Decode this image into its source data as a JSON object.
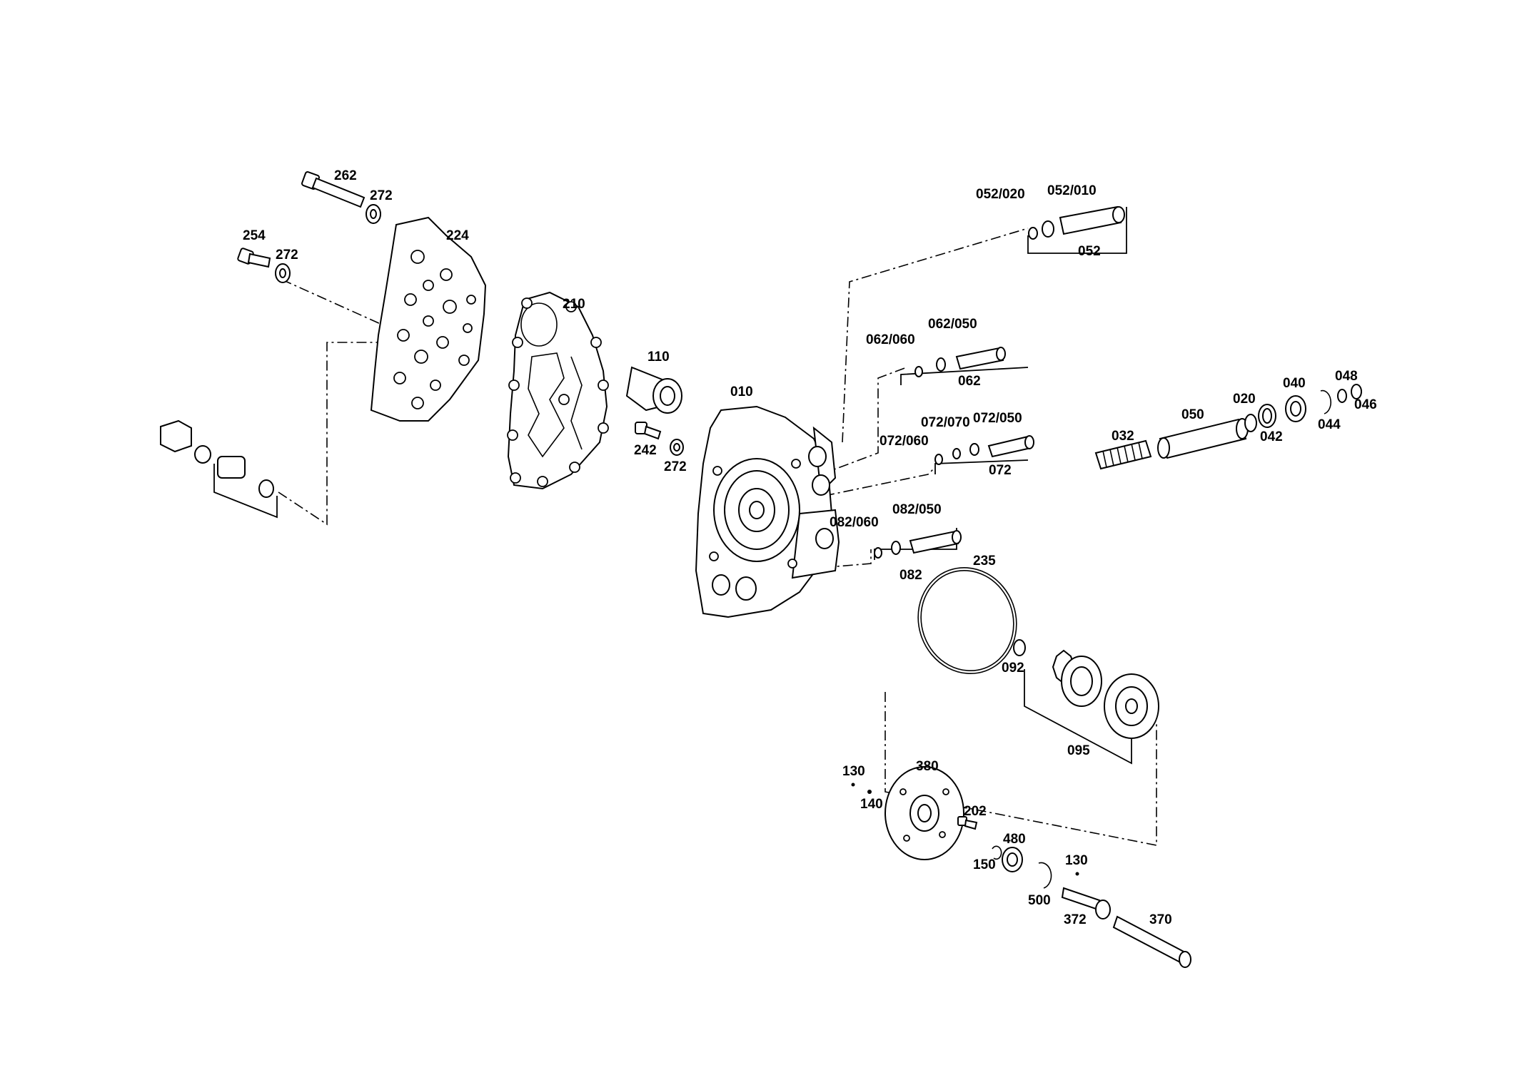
{
  "labels": [
    "262",
    "272",
    "254",
    "272",
    "224",
    "210",
    "110",
    "242",
    "272",
    "010",
    "052/020",
    "052/010",
    "052",
    "062/060",
    "062/050",
    "062",
    "072/070",
    "072/050",
    "072/060",
    "072",
    "082/060",
    "082/050",
    "082",
    "032",
    "050",
    "020",
    "040",
    "048",
    "046",
    "044",
    "042",
    "235",
    "092",
    "095",
    "130",
    "140",
    "380",
    "202",
    "480",
    "150",
    "130",
    "500",
    "372",
    "370"
  ]
}
